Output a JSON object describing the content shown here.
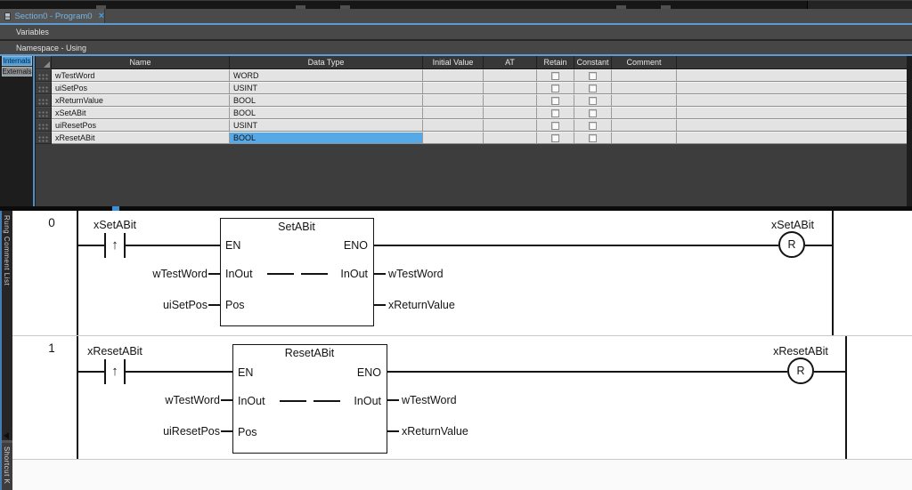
{
  "window": {
    "tab_title": "Section0 - Program0",
    "close_label": "×"
  },
  "bars": {
    "variables": "Variables",
    "namespace": "Namespace - Using"
  },
  "side_tabs": {
    "internals": "Internals",
    "externals": "Externals"
  },
  "table": {
    "headers": {
      "name": "Name",
      "data_type": "Data Type",
      "initial_value": "Initial Value",
      "at": "AT",
      "retain": "Retain",
      "constant": "Constant",
      "comment": "Comment"
    },
    "rows": [
      {
        "name": "wTestWord",
        "data_type": "WORD",
        "retain_checked": false,
        "constant_checked": false,
        "selected": false
      },
      {
        "name": "uiSetPos",
        "data_type": "USINT",
        "retain_checked": false,
        "constant_checked": false,
        "selected": false
      },
      {
        "name": "xReturnValue",
        "data_type": "BOOL",
        "retain_checked": false,
        "constant_checked": false,
        "selected": false
      },
      {
        "name": "xSetABit",
        "data_type": "BOOL",
        "retain_checked": false,
        "constant_checked": false,
        "selected": false
      },
      {
        "name": "uiResetPos",
        "data_type": "USINT",
        "retain_checked": false,
        "constant_checked": false,
        "selected": false
      },
      {
        "name": "xResetABit",
        "data_type": "BOOL",
        "retain_checked": false,
        "constant_checked": false,
        "selected": true
      }
    ]
  },
  "ladder": {
    "rungs": [
      {
        "number": "0",
        "contact_label": "xSetABit",
        "contact_edge": "↑",
        "block_title": "SetABit",
        "pin_en": "EN",
        "pin_eno": "ENO",
        "pin_inout_left": "InOut",
        "pin_inout_right": "InOut",
        "pin_pos": "Pos",
        "input_inout": "wTestWord",
        "input_pos": "uiSetPos",
        "output_inout": "wTestWord",
        "output_return": "xReturnValue",
        "coil_label": "xSetABit",
        "coil_symbol": "R"
      },
      {
        "number": "1",
        "contact_label": "xResetABit",
        "contact_edge": "↑",
        "block_title": "ResetABit",
        "pin_en": "EN",
        "pin_eno": "ENO",
        "pin_inout_left": "InOut",
        "pin_inout_right": "InOut",
        "pin_pos": "Pos",
        "input_inout": "wTestWord",
        "input_pos": "uiResetPos",
        "output_inout": "wTestWord",
        "output_return": "xReturnValue",
        "coil_label": "xResetABit",
        "coil_symbol": "R"
      }
    ]
  },
  "sidebar": {
    "rung_comment_list": "Rung Comment List",
    "shortcut": "Shortcut K"
  },
  "colors": {
    "accent_blue": "#5b9cd6",
    "selected_cell": "#55a9e6",
    "tab_text": "#72b6e8",
    "coil_line": "#141414"
  }
}
